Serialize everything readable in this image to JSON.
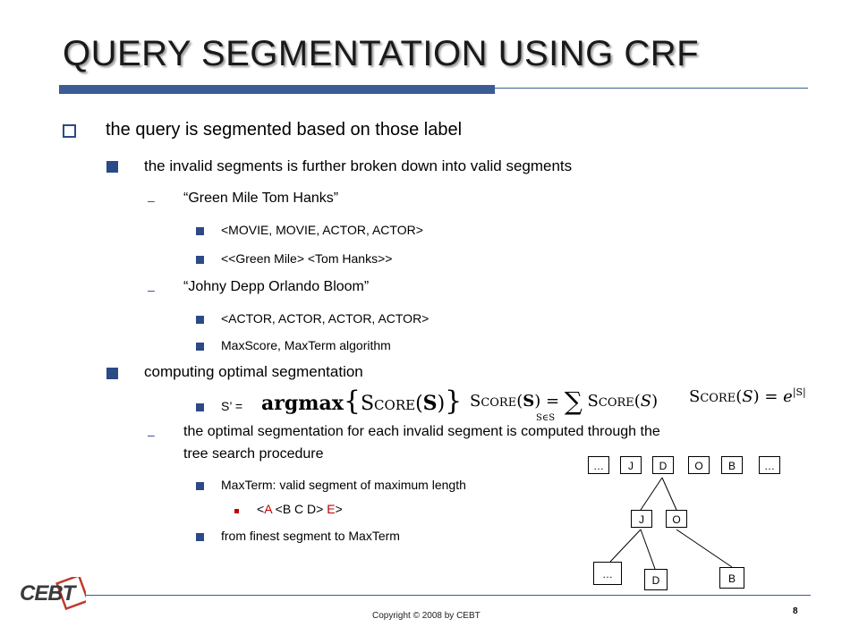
{
  "slide": {
    "title": "QUERY SEGMENTATION USING CRF",
    "bullet1": "the query is segmented based on those label",
    "sub1": "the invalid segments is further broken down into valid segments",
    "ex1_quote": "“Green Mile Tom Hanks”",
    "ex1_a": "<MOVIE, MOVIE, ACTOR, ACTOR>",
    "ex1_b": "<<Green Mile> <Tom Hanks>>",
    "ex2_quote": "“Johny Depp Orlando Bloom”",
    "ex2_a": "<ACTOR, ACTOR, ACTOR, ACTOR>",
    "ex2_b": "MaxScore, MaxTerm algorithm",
    "sub2": "computing optimal segmentation",
    "s_prime": "S’ =",
    "dash_text_1": "the optimal segmentation for each invalid segment is computed through the",
    "dash_text_2": "tree search procedure",
    "maxterm": "MaxTerm: valid segment of maximum length",
    "abcde": {
      "lt1": "<",
      "A": "A",
      "inner": "<B C D>",
      "E": "E",
      "gt": ">"
    },
    "finest": "from finest segment to MaxTerm"
  },
  "formulas": {
    "argmax_word": "argmax",
    "score": "Score",
    "bold_S": "S",
    "S": "S",
    "sum": "∑",
    "sum_sub": "S∈S",
    "e": "e",
    "abs_S": "|S|"
  },
  "tree": {
    "top_row": [
      "…",
      "J",
      "D",
      "O",
      "B",
      "…"
    ],
    "mid": [
      "J",
      "O"
    ],
    "bottom": [
      "…",
      "D",
      "B"
    ]
  },
  "footer": {
    "logo": "CEBT",
    "copyright": "Copyright © 2008 by CEBT",
    "page": "8"
  },
  "colors": {
    "accent": "#3b5c94",
    "bullet": "#2b4a86",
    "red": "#c00000"
  }
}
